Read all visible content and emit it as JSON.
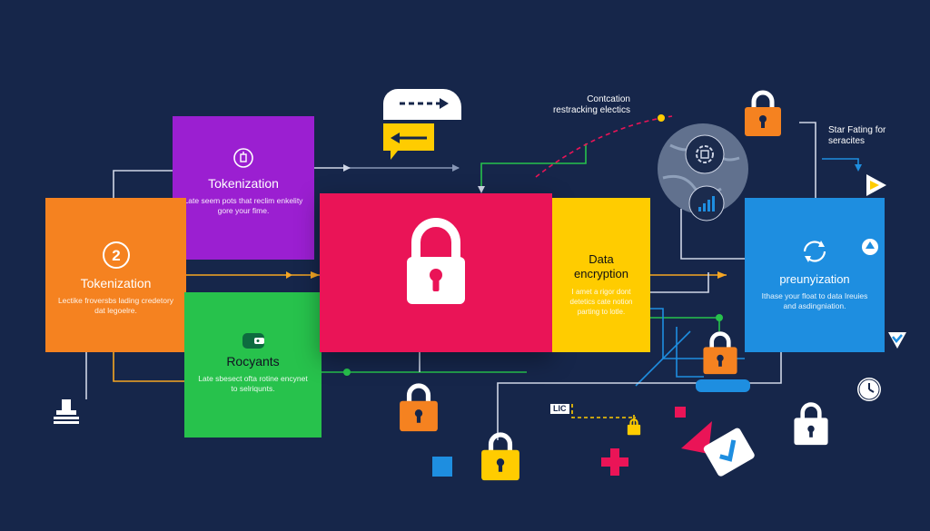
{
  "cards": [
    {
      "title": "Tokenization",
      "body": "Late seem pots that reclim enkelity gore your fime."
    },
    {
      "title": "Tokenization",
      "body": "Lectike froversbs lading credetory dat legoelre."
    },
    {
      "title": "Rocyants",
      "body": "Late sbesect ofta rotine encynet to selriqunts."
    },
    {
      "title": "Data encryption",
      "body": "I amet a rigor dont detetics cate notion parting to lotle."
    },
    {
      "title": "preunyization",
      "body": "Ithase your float to data Ireuies and asdingniation."
    }
  ],
  "labels": {
    "contact": "Contcation restracking electics",
    "star": "Star Fating for seracites",
    "tag": "LIC",
    "card_icon_2": "2"
  },
  "colors": {
    "background": "#16264a",
    "purple": "#9b1fd1",
    "orange": "#f58220",
    "green": "#27c24c",
    "crimson": "#ea1457",
    "yellow": "#ffcc00",
    "blue": "#1e8ee0"
  },
  "icons": [
    "key-icon",
    "number-two-icon",
    "wallet-icon",
    "padlock-icon",
    "refresh-cycle-icon",
    "settings-icon",
    "bar-chart-icon",
    "clock-icon",
    "checkmark-icon",
    "arrow-left-icon",
    "play-icon"
  ]
}
